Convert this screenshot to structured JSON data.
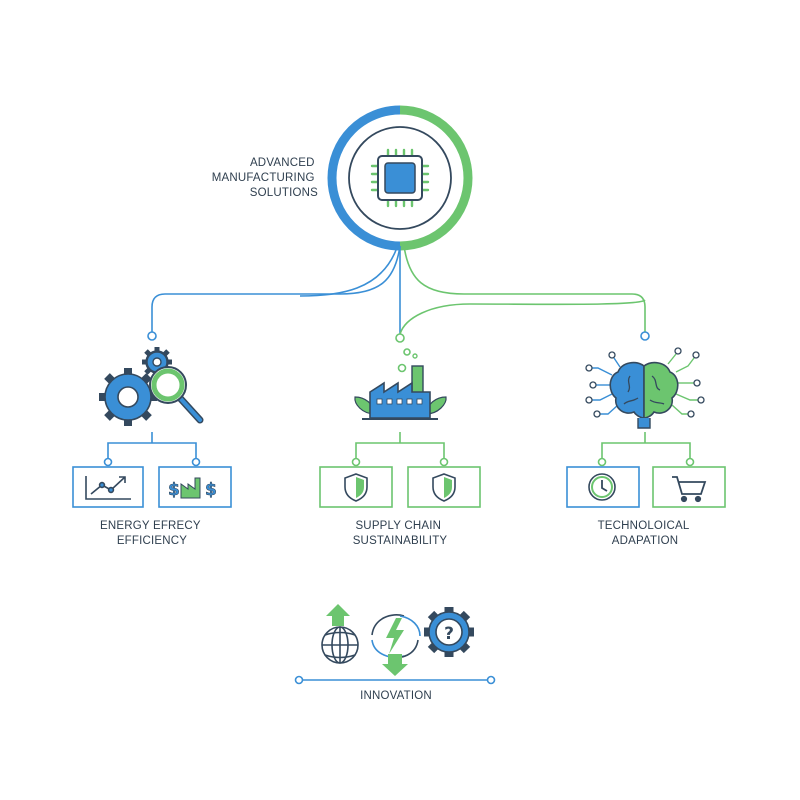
{
  "colors": {
    "blue": "#3a8fd6",
    "green": "#6cc56f",
    "dark": "#34495e",
    "text": "#2f3f4f"
  },
  "hub": {
    "label_lines": [
      "ADVANCED",
      "MANUFACTURING",
      "SOLUTIONS"
    ],
    "icon": "microchip-icon"
  },
  "branches": [
    {
      "key": "energy",
      "icon": "gears-magnifier-icon",
      "sub_icons": [
        "line-chart-icon",
        "dollar-factory-icon"
      ],
      "label_lines": [
        "ENERGY EFRECY",
        "EFFICIENCY"
      ]
    },
    {
      "key": "supply",
      "icon": "eco-factory-icon",
      "sub_icons": [
        "shield-icon",
        "shield-icon"
      ],
      "label_lines": [
        "SUPPLY CHAIN",
        "SUSTAINABILITY"
      ]
    },
    {
      "key": "tech",
      "icon": "circuit-brain-icon",
      "sub_icons": [
        "clock-icon",
        "shopping-cart-icon"
      ],
      "label_lines": [
        "TECHNOLOICAL",
        "ADAPATION"
      ]
    }
  ],
  "innovation": {
    "label": "INNOVATION",
    "icons": [
      "globe-icon",
      "arrow-up-icon",
      "lightning-cycle-icon",
      "arrow-down-icon",
      "question-gear-icon"
    ]
  }
}
